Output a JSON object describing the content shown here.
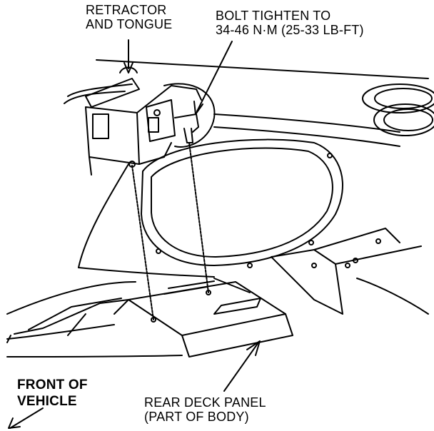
{
  "labels": {
    "retractor": {
      "line1": "RETRACTOR",
      "line2": "AND TONGUE"
    },
    "bolt": {
      "line1": "BOLT TIGHTEN TO",
      "line2": "34-46 N·M (25-33 LB-FT)"
    },
    "front": {
      "line1": "FRONT OF",
      "line2": "VEHICLE"
    },
    "panel": {
      "line1": "REAR DECK PANEL",
      "line2": "(PART OF BODY)"
    }
  },
  "colors": {
    "ink": "#000000",
    "paper": "#ffffff"
  }
}
